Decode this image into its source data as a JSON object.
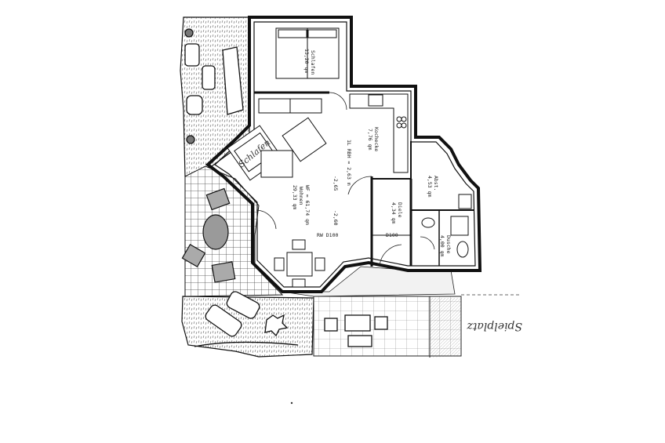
{
  "rooms": {
    "schlafen": {
      "name": "Schlafen",
      "area": "13,20 qm"
    },
    "kochecke": {
      "name": "Kochecke",
      "area": "7,76 qm"
    },
    "wohnen": {
      "name": "Wohnen",
      "area": "29,33 qm"
    },
    "abst": {
      "name": "Abst.",
      "area": "4,53 qm"
    },
    "diele": {
      "name": "Diele",
      "area": "4,34 qm"
    },
    "dusche": {
      "name": "Dusche",
      "area": "4,00 qm"
    }
  },
  "annotations": {
    "height": "1L RBH = 2,63 m",
    "wf": "WF = 61,74 qm",
    "level_1": "-2,65",
    "level_2": "-2,60",
    "door_1": "RW D100",
    "door_2": "D100"
  },
  "handwriting": {
    "schlafen_sofa": "Schlafen",
    "margin_note": "Spielplatz"
  },
  "colors": {
    "ink": "#1a1a1a",
    "paper": "#ffffff",
    "hatch": "#555555"
  }
}
